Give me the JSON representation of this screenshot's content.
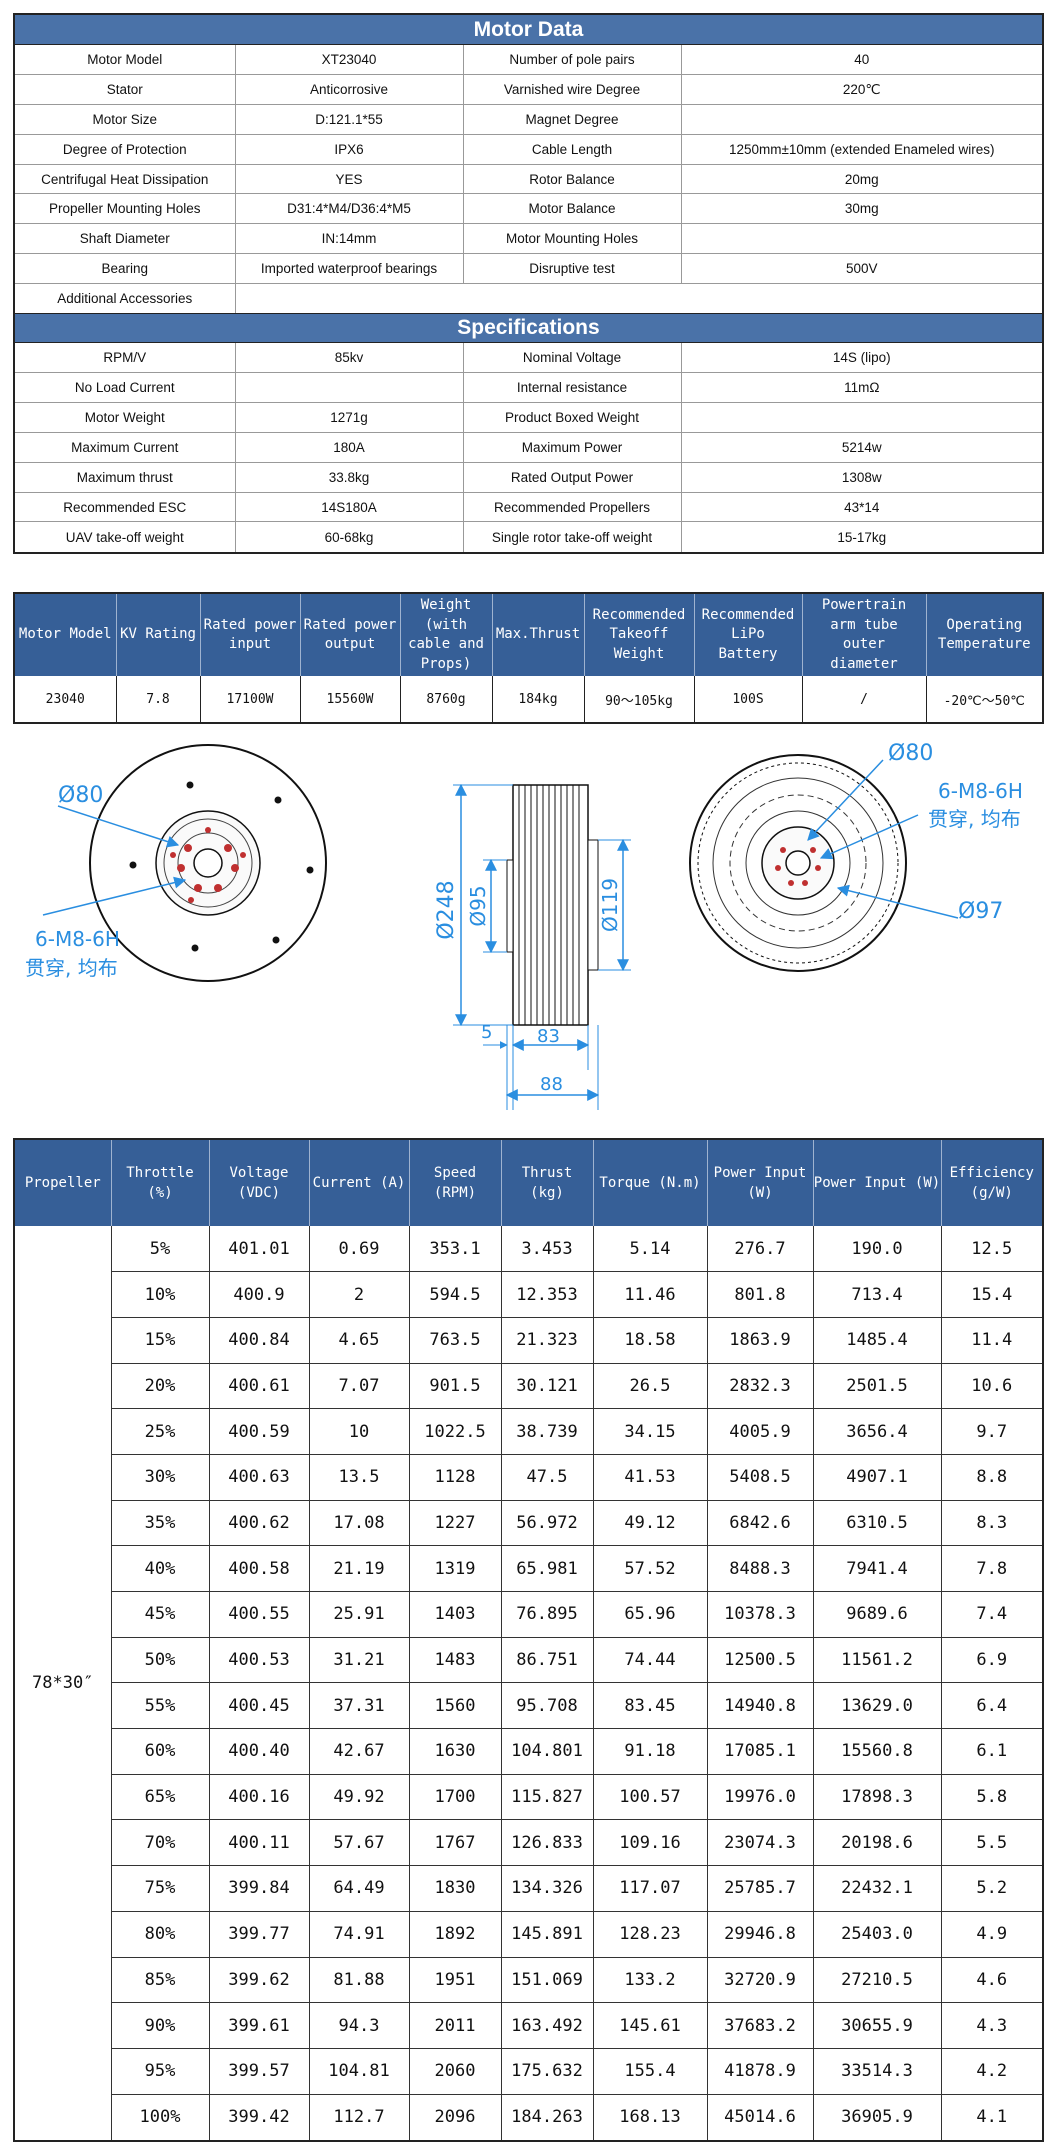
{
  "motor_data": {
    "title": "Motor Data",
    "rows": [
      [
        "Motor Model",
        "XT23040",
        "Number of pole pairs",
        "40"
      ],
      [
        "Stator",
        "Anticorrosive",
        "Varnished wire Degree",
        "220℃"
      ],
      [
        "Motor Size",
        "D:121.1*55",
        "Magnet Degree",
        ""
      ],
      [
        "Degree of Protection",
        "IPX6",
        "Cable Length",
        "1250mm±10mm  (extended Enameled wires)"
      ],
      [
        "Centrifugal Heat Dissipation",
        "YES",
        "Rotor Balance",
        "20mg"
      ],
      [
        "Propeller Mounting Holes",
        "D31:4*M4/D36:4*M5",
        "Motor Balance",
        "30mg"
      ],
      [
        "Shaft Diameter",
        "IN:14mm",
        "Motor Mounting Holes",
        ""
      ],
      [
        "Bearing",
        "Imported waterproof bearings",
        "Disruptive test",
        "500V"
      ]
    ],
    "accessories_label": "Additional Accessories",
    "accessories_value": ""
  },
  "specifications": {
    "title": "Specifications",
    "rows": [
      [
        "RPM/V",
        "85kv",
        "Nominal Voltage",
        "14S  (lipo)"
      ],
      [
        "No Load Current",
        "",
        "Internal resistance",
        "11mΩ"
      ],
      [
        "Motor Weight",
        "1271g",
        "Product Boxed Weight",
        ""
      ],
      [
        "Maximum Current",
        "180A",
        "Maximum Power",
        "5214w"
      ],
      [
        "Maximum thrust",
        "33.8kg",
        "Rated Output Power",
        "1308w"
      ],
      [
        "Recommended ESC",
        "14S180A",
        "Recommended Propellers",
        "43*14"
      ],
      [
        "UAV take-off weight",
        "60-68kg",
        "Single rotor take-off weight",
        "15-17kg"
      ]
    ]
  },
  "summary": {
    "headers": [
      "Motor Model",
      "KV Rating",
      "Rated power input",
      "Rated power output",
      "Weight (with cable and Props)",
      "Max.Thrust",
      "Recommended Takeoff Weight",
      "Recommended LiPo Battery",
      "Powertrain arm tube outer diameter",
      "Operating Temperature"
    ],
    "values": [
      "23040",
      "7.8",
      "17100W",
      "15560W",
      "8760g",
      "184kg",
      "90～105kg",
      "100S",
      "/",
      "-20℃～50℃"
    ]
  },
  "drawing": {
    "left_d80": "Ø80",
    "left_note1": "6-M8-6H",
    "left_note2": "贯穿, 均布",
    "mid_d248": "Ø248",
    "mid_d95": "Ø95",
    "mid_d119": "Ø119",
    "mid_5": "5",
    "mid_83": "83",
    "mid_88": "88",
    "right_d80": "Ø80",
    "right_note1": "6-M8-6H",
    "right_note2": "贯穿, 均布",
    "right_d97": "Ø97"
  },
  "performance": {
    "headers": [
      "Propeller",
      "Throttle (%)",
      "Voltage (VDC)",
      "Current (A)",
      "Speed (RPM)",
      "Thrust (kg)",
      "Torque (N.m)",
      "Power Input (W)",
      "Power Input (W)",
      "Efficiency (g/W)"
    ],
    "propeller": "78*30″",
    "rows": [
      [
        "5%",
        "401.01",
        "0.69",
        "353.1",
        "3.453",
        "5.14",
        "276.7",
        "190.0",
        "12.5"
      ],
      [
        "10%",
        "400.9",
        "2",
        "594.5",
        "12.353",
        "11.46",
        "801.8",
        "713.4",
        "15.4"
      ],
      [
        "15%",
        "400.84",
        "4.65",
        "763.5",
        "21.323",
        "18.58",
        "1863.9",
        "1485.4",
        "11.4"
      ],
      [
        "20%",
        "400.61",
        "7.07",
        "901.5",
        "30.121",
        "26.5",
        "2832.3",
        "2501.5",
        "10.6"
      ],
      [
        "25%",
        "400.59",
        "10",
        "1022.5",
        "38.739",
        "34.15",
        "4005.9",
        "3656.4",
        "9.7"
      ],
      [
        "30%",
        "400.63",
        "13.5",
        "1128",
        "47.5",
        "41.53",
        "5408.5",
        "4907.1",
        "8.8"
      ],
      [
        "35%",
        "400.62",
        "17.08",
        "1227",
        "56.972",
        "49.12",
        "6842.6",
        "6310.5",
        "8.3"
      ],
      [
        "40%",
        "400.58",
        "21.19",
        "1319",
        "65.981",
        "57.52",
        "8488.3",
        "7941.4",
        "7.8"
      ],
      [
        "45%",
        "400.55",
        "25.91",
        "1403",
        "76.895",
        "65.96",
        "10378.3",
        "9689.6",
        "7.4"
      ],
      [
        "50%",
        "400.53",
        "31.21",
        "1483",
        "86.751",
        "74.44",
        "12500.5",
        "11561.2",
        "6.9"
      ],
      [
        "55%",
        "400.45",
        "37.31",
        "1560",
        "95.708",
        "83.45",
        "14940.8",
        "13629.0",
        "6.4"
      ],
      [
        "60%",
        "400.40",
        "42.67",
        "1630",
        "104.801",
        "91.18",
        "17085.1",
        "15560.8",
        "6.1"
      ],
      [
        "65%",
        "400.16",
        "49.92",
        "1700",
        "115.827",
        "100.57",
        "19976.0",
        "17898.3",
        "5.8"
      ],
      [
        "70%",
        "400.11",
        "57.67",
        "1767",
        "126.833",
        "109.16",
        "23074.3",
        "20198.6",
        "5.5"
      ],
      [
        "75%",
        "399.84",
        "64.49",
        "1830",
        "134.326",
        "117.07",
        "25785.7",
        "22432.1",
        "5.2"
      ],
      [
        "80%",
        "399.77",
        "74.91",
        "1892",
        "145.891",
        "128.23",
        "29946.8",
        "25403.0",
        "4.9"
      ],
      [
        "85%",
        "399.62",
        "81.88",
        "1951",
        "151.069",
        "133.2",
        "32720.9",
        "27210.5",
        "4.6"
      ],
      [
        "90%",
        "399.61",
        "94.3",
        "2011",
        "163.492",
        "145.61",
        "37683.2",
        "30655.9",
        "4.3"
      ],
      [
        "95%",
        "399.57",
        "104.81",
        "2060",
        "175.632",
        "155.4",
        "41878.9",
        "33514.3",
        "4.2"
      ],
      [
        "100%",
        "399.42",
        "112.7",
        "2096",
        "184.263",
        "168.13",
        "45014.6",
        "36905.9",
        "4.1"
      ]
    ]
  }
}
